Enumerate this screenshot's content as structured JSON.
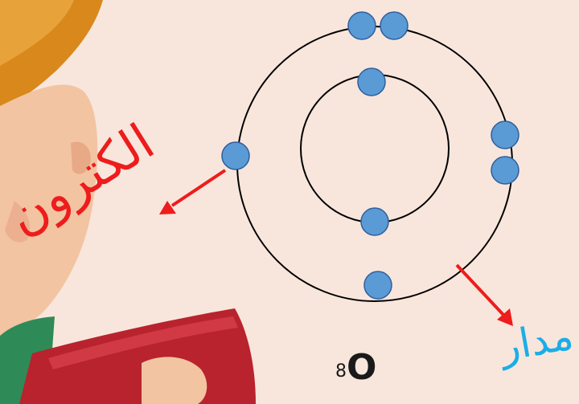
{
  "atom": {
    "element_symbol": "O",
    "atomic_number": "8",
    "shells": [
      {
        "electrons": 2
      },
      {
        "electrons": 6
      }
    ]
  },
  "labels": {
    "electron": "الكترون",
    "orbit": "مدار"
  },
  "colors": {
    "background": "#f8e6dc",
    "electron_fill": "#5b9bd5",
    "electron_stroke": "#2e5e9c",
    "orbit_stroke": "#000000",
    "arrow": "#ee1c1c",
    "electron_label": "#ee1c1c",
    "orbit_label": "#1aaee8"
  }
}
